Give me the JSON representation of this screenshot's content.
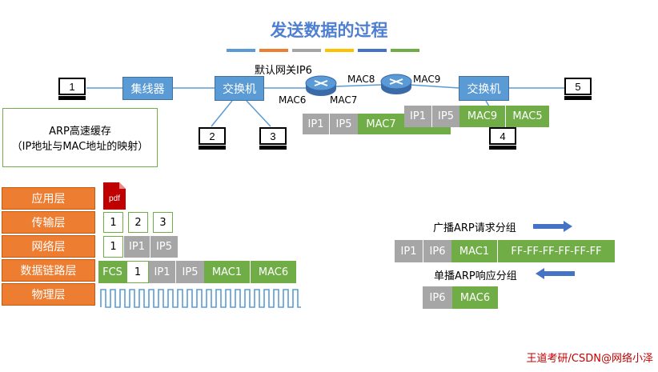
{
  "title": "发送数据的过程",
  "stripe_colors": [
    "#5b9bd5",
    "#ed7d31",
    "#a5a5a5",
    "#ffc000",
    "#4472c4",
    "#70ad47"
  ],
  "devices": {
    "hub": "集线器",
    "switch1": "交换机",
    "switch2": "交换机",
    "gateway_label": "默认网关IP6",
    "mac6": "MAC6",
    "mac7": "MAC7",
    "mac8": "MAC8",
    "mac9": "MAC9"
  },
  "hosts": [
    "1",
    "2",
    "3",
    "4",
    "5"
  ],
  "arp_cache": {
    "line1": "ARP高速缓存",
    "line2": "（IP地址与MAC地址的映射）"
  },
  "frame_router1": [
    "IP1",
    "IP5",
    "MAC7"
  ],
  "frame_router2": [
    "IP1",
    "IP5",
    "MAC9",
    "MAC5"
  ],
  "layers": [
    "应用层",
    "传输层",
    "网络层",
    "数据链路层",
    "物理层"
  ],
  "pdf_label": "pdf",
  "transport_segments": [
    "1",
    "2",
    "3"
  ],
  "network_packet": [
    "1",
    "IP1",
    "IP5"
  ],
  "datalink_frame": [
    "FCS",
    "1",
    "IP1",
    "IP5",
    "MAC1",
    "MAC6"
  ],
  "arp_request": {
    "label": "广播ARP请求分组",
    "fields": [
      "IP1",
      "IP6",
      "MAC1",
      "FF-FF-FF-FF-FF-FF"
    ]
  },
  "arp_reply": {
    "label": "单播ARP响应分组",
    "fields": [
      "IP6",
      "MAC6"
    ]
  },
  "footer": "王道考研/CSDN@网络小泽"
}
